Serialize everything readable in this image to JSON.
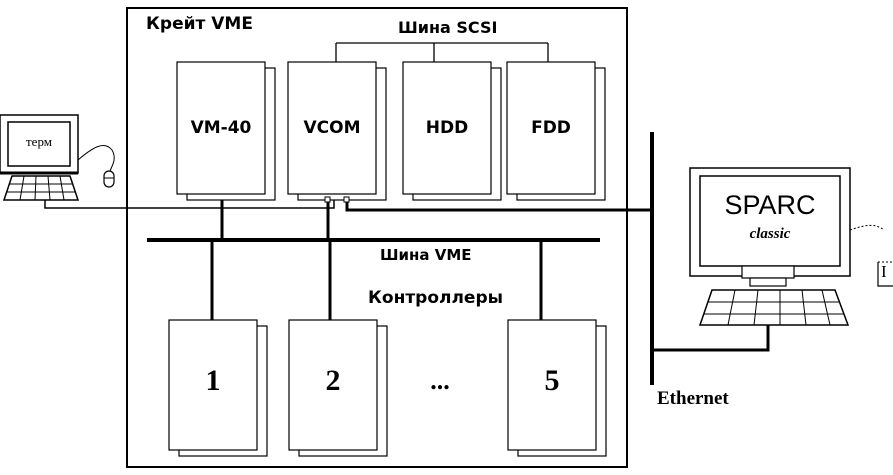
{
  "crate": {
    "title": "Крейт VME"
  },
  "buses": {
    "scsi": "Шина SCSI",
    "vme": "Шина VME",
    "ethernet": "Ethernet"
  },
  "modules": {
    "vm40": "VM-40",
    "vcom": "VCOM",
    "hdd": "HDD",
    "fdd": "FDD"
  },
  "controllers": {
    "heading": "Контроллеры",
    "items": [
      "1",
      "2",
      "...",
      "5"
    ]
  },
  "terminal": {
    "screen_label": "терм"
  },
  "workstation": {
    "screen_title": "SPARC",
    "screen_subtitle": "classic",
    "side_label": "I"
  },
  "icons": [
    "terminal-icon",
    "mouse-icon",
    "sparc-workstation-icon",
    "keyboard-icon"
  ]
}
